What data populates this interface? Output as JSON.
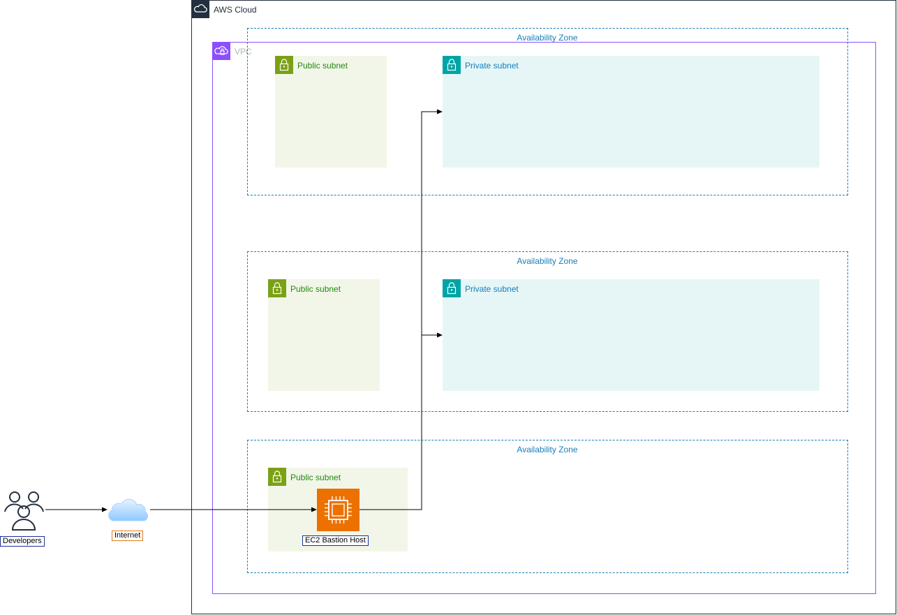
{
  "aws_cloud": {
    "label": "AWS Cloud",
    "icon": "cloud-icon"
  },
  "vpc": {
    "label": "VPC",
    "icon": "vpc-cloud-icon"
  },
  "availability_zones": [
    {
      "label": "Availability Zone",
      "public_subnet": {
        "label": "Public subnet",
        "icon": "lock-icon"
      },
      "private_subnet": {
        "label": "Private subnet",
        "icon": "lock-icon"
      }
    },
    {
      "label": "Availability Zone",
      "public_subnet": {
        "label": "Public subnet",
        "icon": "lock-icon"
      },
      "private_subnet": {
        "label": "Private subnet",
        "icon": "lock-icon"
      }
    },
    {
      "label": "Availability Zone",
      "public_subnet": {
        "label": "Public subnet",
        "icon": "lock-icon"
      },
      "bastion": {
        "label": "EC2 Bastion Host",
        "icon": "ec2-chip-icon"
      }
    }
  ],
  "developers": {
    "label": "Developers",
    "icon": "users-icon"
  },
  "internet": {
    "label": "Internet",
    "icon": "internet-cloud-icon"
  },
  "colors": {
    "aws_cloud": "#232f3e",
    "vpc": "#8c4fff",
    "availability_zone": "#147eba",
    "public_subnet": "#7aa116",
    "public_subnet_fill": "#f2f6e8",
    "private_subnet": "#00a4a6",
    "private_subnet_fill": "#e6f6f7",
    "ec2": "#ed7100"
  }
}
